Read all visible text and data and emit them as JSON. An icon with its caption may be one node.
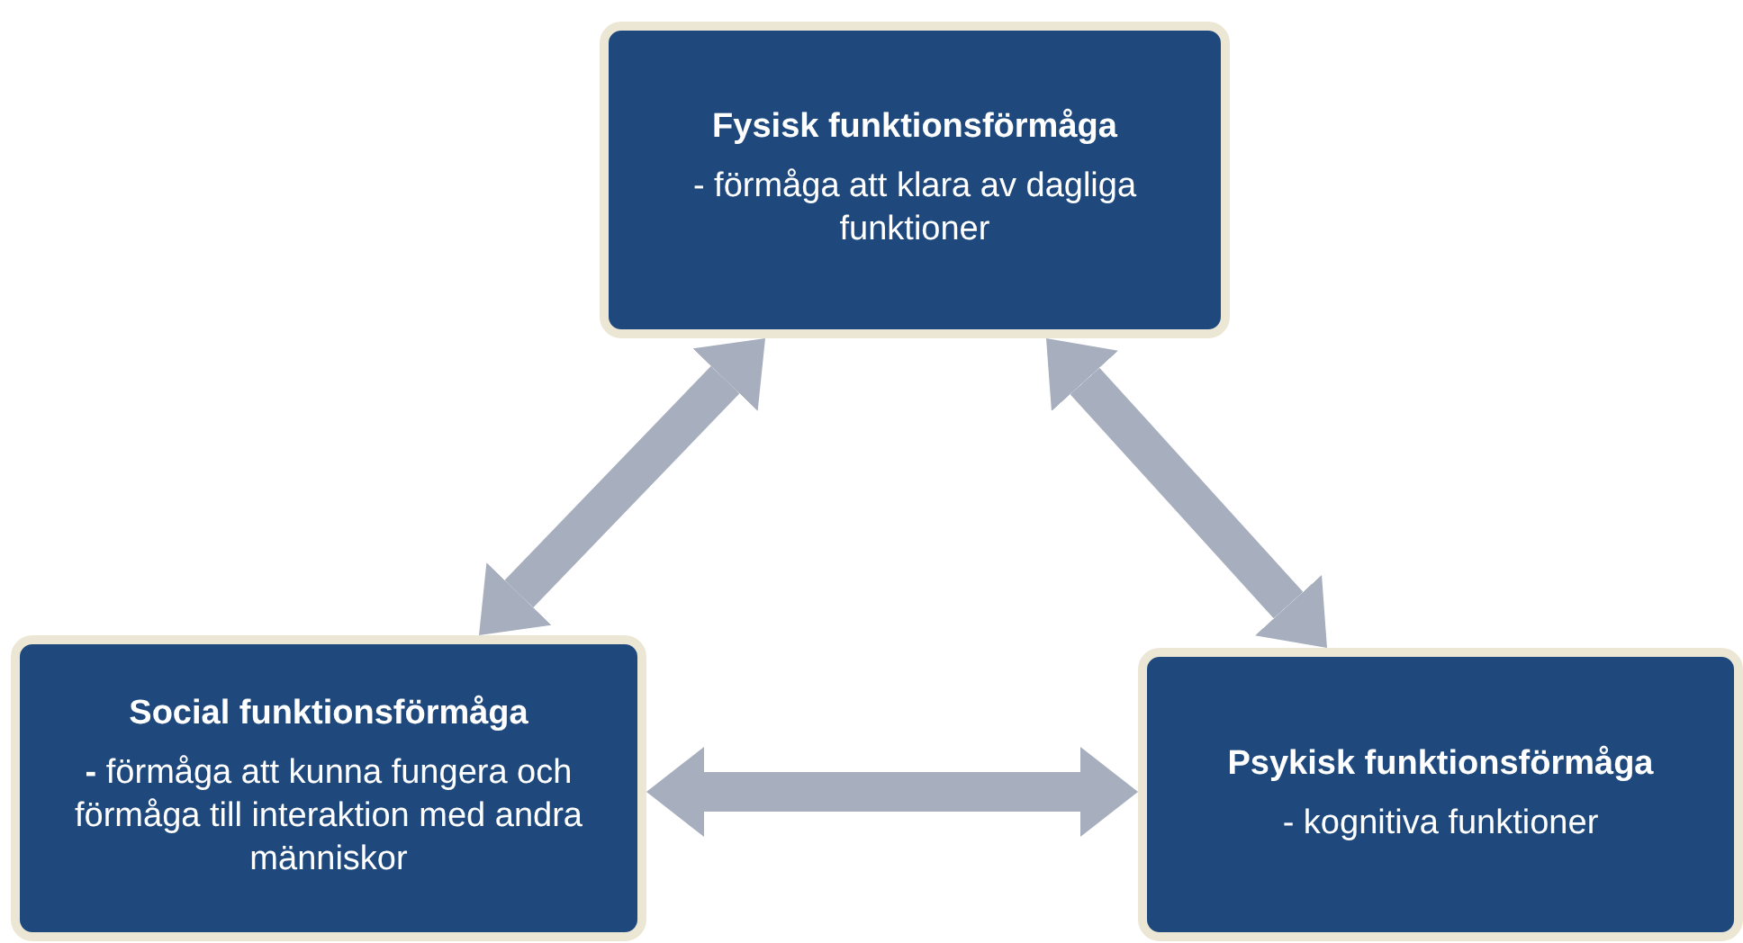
{
  "diagram": {
    "nodes": [
      {
        "text": [
          "Fysisk funktionsförmåga",
          "- förmåga att klara av dagliga funktioner"
        ]
      },
      {
        "text": [
          "Social funktionsförmåga",
          "**-** förmåga att kunna fungera och förmåga till interaktion med andra människor"
        ]
      },
      {
        "text": [
          "Psykisk funktionsförmåga",
          "- kognitiva funktioner"
        ]
      }
    ],
    "edges": [
      {
        "from": 0,
        "to": 1,
        "arrow": "both"
      },
      {
        "from": 0,
        "to": 2,
        "arrow": "both"
      },
      {
        "from": 1,
        "to": 2,
        "arrow": "both"
      }
    ]
  }
}
